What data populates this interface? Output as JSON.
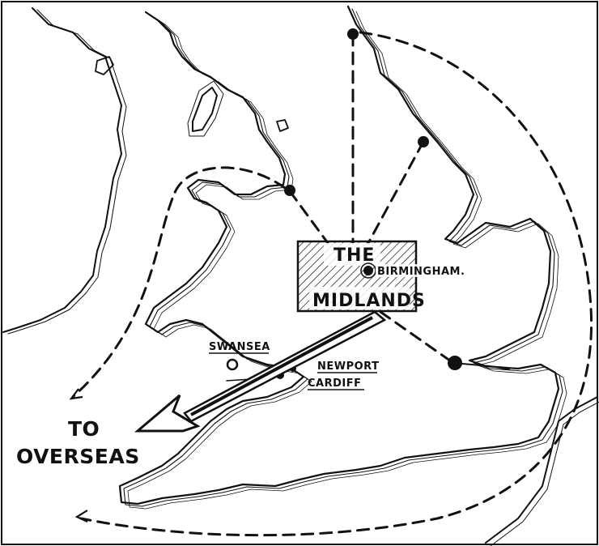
{
  "map": {
    "box": {
      "line1": "THE",
      "line2": "MIDLANDS",
      "city": "BIRMINGHAM."
    },
    "places": {
      "swansea": "SWANSEA",
      "newport": "NEWPORT",
      "cardiff": "CARDIFF"
    },
    "destination": {
      "line1": "TO",
      "line2": "OVERSEAS"
    }
  }
}
